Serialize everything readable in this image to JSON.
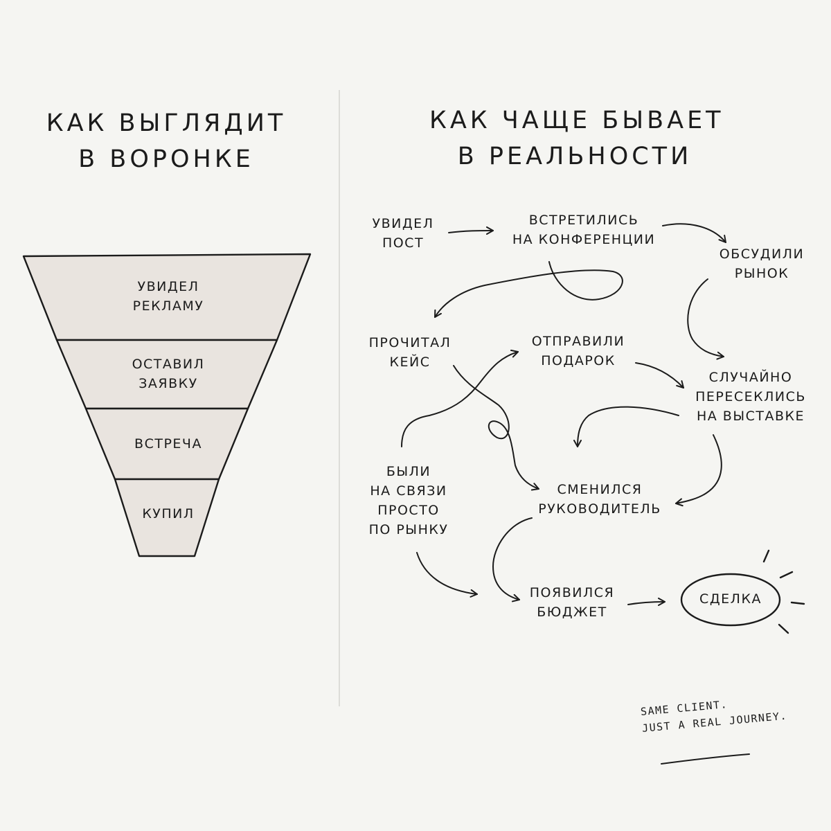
{
  "left": {
    "title": [
      "Как выглядит",
      "в воронке"
    ],
    "funnel": [
      {
        "lines": [
          "Увидел",
          "рекламу"
        ]
      },
      {
        "lines": [
          "Оставил",
          "заявку"
        ]
      },
      {
        "lines": [
          "Встреча"
        ]
      },
      {
        "lines": [
          "Купил"
        ]
      }
    ],
    "fill_color": "#e9e4df"
  },
  "right": {
    "title": [
      "Как чаще бывает",
      "в реальности"
    ],
    "nodes": {
      "saw_post": [
        "Увидел",
        "пост"
      ],
      "met_conference": [
        "Встретились",
        "на конференции"
      ],
      "discussed_market": [
        "Обсудили",
        "рынок"
      ],
      "read_case": [
        "Прочитал",
        "кейс"
      ],
      "sent_gift": [
        "Отправили",
        "подарок"
      ],
      "met_exhibition": [
        "Случайно",
        "пересеклись",
        "на выставке"
      ],
      "kept_in_touch": [
        "Были",
        "на связи",
        "просто",
        "по рынку"
      ],
      "manager_changed": [
        "Сменился",
        "руководитель"
      ],
      "budget_appeared": [
        "Появился",
        "бюджет"
      ],
      "deal": "Сделка"
    }
  },
  "note": [
    "Same client.",
    "Just a real journey."
  ]
}
